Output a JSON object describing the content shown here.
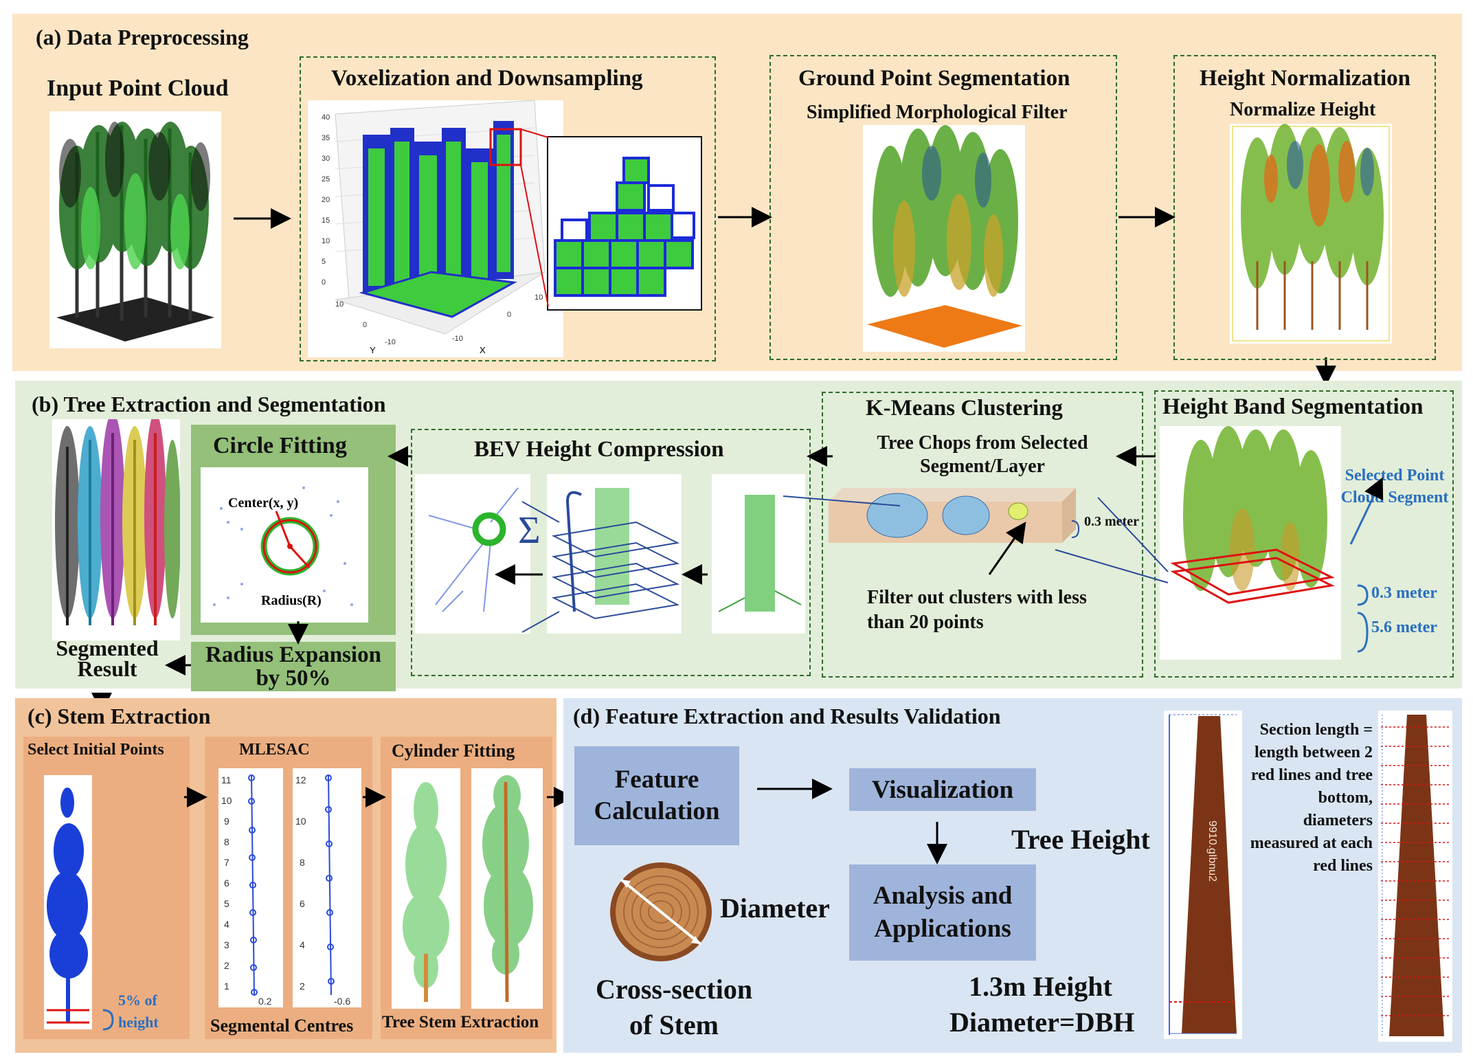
{
  "sectionA": {
    "title": "(a) Data Preprocessing",
    "input_label": "Input Point Cloud",
    "vox_title": "Voxelization and Downsampling",
    "vox_axes": {
      "x_label": "X",
      "y_label": "Y",
      "z_ticks": [
        "40",
        "35",
        "30",
        "25",
        "20",
        "15",
        "10",
        "5",
        "0"
      ],
      "x_ticks": [
        "-10",
        "0",
        "10"
      ],
      "y_ticks": [
        "10",
        "0",
        "-10"
      ]
    },
    "ground_title": "Ground Point Segmentation",
    "ground_subtitle": "Simplified Morphological Filter",
    "height_title": "Height Normalization",
    "height_subtitle": "Normalize Height"
  },
  "sectionB": {
    "title": "(b) Tree Extraction and Segmentation",
    "circle_title": "Circle Fitting",
    "center_label": "Center(x, y)",
    "radius_label": "Radius(R)",
    "expansion_label": "Radius Expansion by 50%",
    "segmented_label": "Segmented Result",
    "bev_title": "BEV Height Compression",
    "sigma": "Σ",
    "kmeans_title": "K-Means Clustering",
    "chops_label": "Tree Chops from Selected Segment/Layer",
    "slab_thickness": "0.3 meter",
    "filter_label": "Filter out clusters with less than 20 points",
    "hband_title": "Height Band Segmentation",
    "selected_label": "Selected Point Cloud Segment",
    "band_03": "0.3 meter",
    "band_56": "5.6 meter"
  },
  "sectionC": {
    "title": "(c) Stem Extraction",
    "initial_title": "Select Initial Points",
    "five_pct": "5% of height",
    "mlesac_title": "MLESAC",
    "mlesac_ticks_a": [
      "11",
      "10",
      "9",
      "8",
      "7",
      "6",
      "5",
      "4",
      "3",
      "2",
      "1"
    ],
    "mlesac_ticks_b": [
      "12",
      "10",
      "8",
      "6",
      "4",
      "2"
    ],
    "mlesac_bottom_a": "0.2",
    "mlesac_bottom_b": "-0.6",
    "segmental_label": "Segmental Centres",
    "cylinder_title": "Cylinder Fitting",
    "stem_label": "Tree Stem Extraction"
  },
  "sectionD": {
    "title": "(d) Feature Extraction and Results Validation",
    "feature_calc": "Feature Calculation",
    "visualization": "Visualization",
    "analysis": "Analysis and Applications",
    "diameter": "Diameter",
    "cross_section": "Cross-section of Stem",
    "tree_height": "Tree Height",
    "dbh_line1": "1.3m Height",
    "dbh_line2": "Diameter=DBH",
    "trunk_text": "9910.gIbnu2",
    "section_note": "Section length = length between 2 red lines and tree bottom, diameters measured at each red lines"
  },
  "colors": {
    "section_a_bg": "#fbe5c4",
    "section_b_bg": "#e2eed9",
    "section_c_bg": "#f1c39a",
    "section_c_sub": "#ecae80",
    "section_d_bg": "#d9e5f2",
    "feature_box": "#9fb4da",
    "circle_panel": "#94c07a",
    "trunk": "#7b3516",
    "accent_blue": "#2a6fc0"
  }
}
